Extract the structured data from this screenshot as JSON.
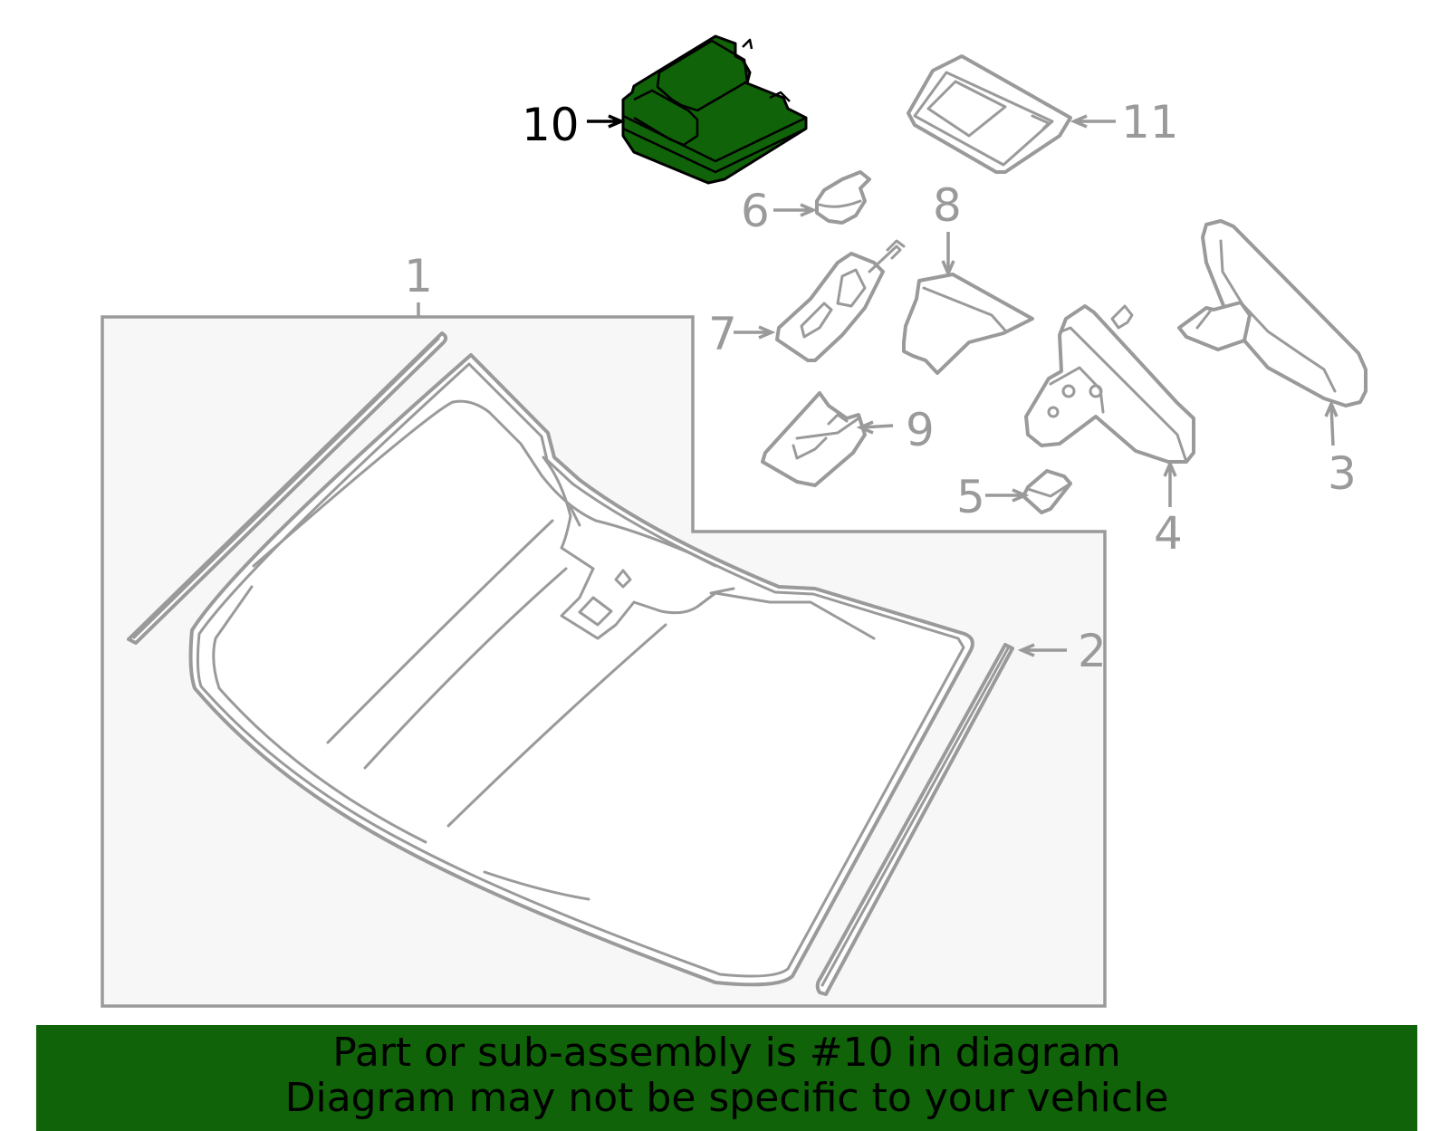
{
  "callouts": {
    "c1": "1",
    "c2": "2",
    "c3": "3",
    "c4": "4",
    "c5": "5",
    "c6": "6",
    "c7": "7",
    "c8": "8",
    "c9": "9",
    "c10": "10",
    "c11": "11"
  },
  "highlight": {
    "part": "10",
    "color": "#106308"
  },
  "banner": {
    "line1": "Part or sub-assembly is #10 in diagram",
    "line2": "Diagram may not be specific to your vehicle",
    "background": "#106308"
  }
}
